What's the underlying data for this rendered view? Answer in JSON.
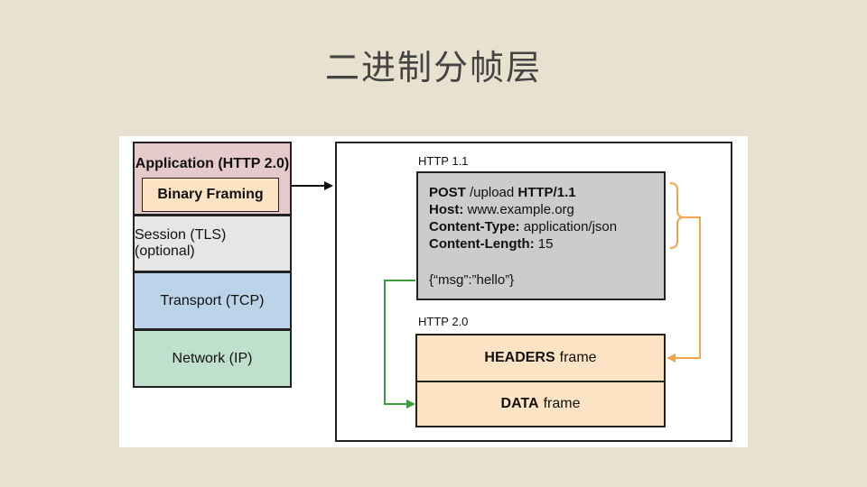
{
  "slide": {
    "title": "二进制分帧层"
  },
  "stack": {
    "application": "Application (HTTP 2.0)",
    "binary_framing": "Binary Framing",
    "session": "Session (TLS) (optional)",
    "transport": "Transport (TCP)",
    "network": "Network (IP)"
  },
  "http11": {
    "label": "HTTP 1.1",
    "request_line": {
      "method": "POST",
      "path": " /upload ",
      "version": "HTTP/1.1"
    },
    "headers": [
      {
        "name": "Host:",
        "value": " www.example.org"
      },
      {
        "name": "Content-Type:",
        "value": " application/json"
      },
      {
        "name": "Content-Length:",
        "value": " 15"
      }
    ],
    "body": "{“msg”:”hello”}"
  },
  "http20": {
    "label": "HTTP 2.0",
    "headers_frame": {
      "bold": "HEADERS",
      "rest": "frame"
    },
    "data_frame": {
      "bold": "DATA",
      "rest": "frame"
    }
  },
  "colors": {
    "orange_arrow": "#f0a54a",
    "green_arrow": "#3c9a3c",
    "frame_fill": "#fbe3c3"
  }
}
